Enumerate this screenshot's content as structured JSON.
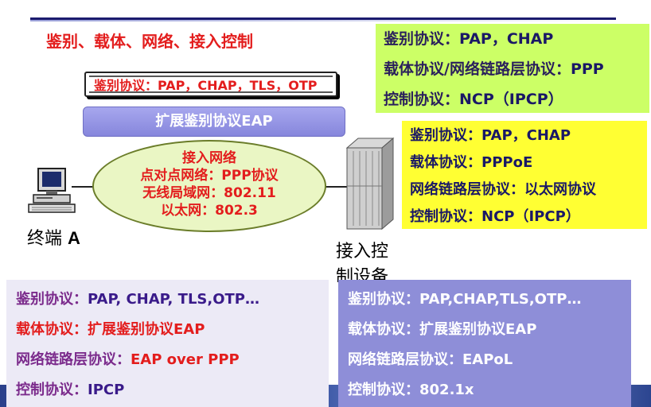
{
  "heading": "鉴别、载体、网络、接入控制",
  "ppp_box": {
    "auth_label": "鉴别协议：",
    "auth_value": "PAP，CHAP",
    "carrier_label": "载体协议/网络链路层协议：",
    "carrier_value": "PPP",
    "control_label": "控制协议：",
    "control_value": "NCP（IPCP）"
  },
  "pppoe_box": {
    "auth_label": "鉴别协议：",
    "auth_value": "PAP，CHAP",
    "carrier_label": "载体协议：",
    "carrier_value": "PPPoE",
    "link_label": "网络链路层协议：",
    "link_value": "以太网协议",
    "control_label": "控制协议：",
    "control_value": "NCP（IPCP）"
  },
  "auth_banner": "鉴别协议：PAP，CHAP，TLS，OTP",
  "eap_bar": "扩展鉴别协议EAP",
  "network": {
    "title": "接入网络",
    "p2p": "点对点网络：PPP协议",
    "wlan": "无线局域网：802.11",
    "ethernet": "以太网：802.3"
  },
  "terminal": {
    "label_cn": "终端",
    "label_letter": "A"
  },
  "server": {
    "label_line1": "接入控",
    "label_line2": "制设备"
  },
  "eap_ppp_box": {
    "auth_label": "鉴别协议：",
    "auth_value": "PAP, CHAP, TLS,OTP…",
    "carrier_label": "载体协议：",
    "carrier_value": "扩展鉴别协议EAP",
    "link_label": "网络链路层协议：",
    "link_value": "EAP over PPP",
    "control_label": "控制协议：",
    "control_value": "IPCP"
  },
  "eapol_box": {
    "auth_label": "鉴别协议：",
    "auth_value": "PAP,CHAP,TLS,OTP…",
    "carrier_label": "载体协议：",
    "carrier_value": "扩展鉴别协议EAP",
    "link_label": "网络链路层协议：",
    "link_value": "EAPoL",
    "control_label": "控制协议：",
    "control_value": "802.1x"
  },
  "colors": {
    "red": "#e31d1d",
    "navy": "#1a1866",
    "purple_value": "#3a1b8a",
    "green_box": "#ccff66",
    "yellow_box": "#ffff33",
    "violet_box": "#8e8ed8"
  }
}
